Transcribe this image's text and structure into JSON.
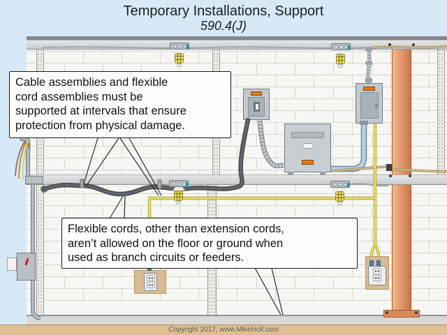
{
  "title": {
    "line1": "Temporary Installations, Support",
    "line2": "590.4(J)"
  },
  "callout_support": {
    "text": "Cable assemblies and flexible\ncord assemblies must be\nsupported at intervals that ensure\nprotection from physical damage."
  },
  "callout_floor": {
    "text": "Flexible cords, other than extension cords,\naren’t allowed on the floor or ground when\nused as branch circuits or feeders."
  },
  "footer": {
    "copyright": "Copyright 2017, www.MikeHolt.com"
  },
  "colors": {
    "background_sky": "#d7e9f7",
    "ground_tan": "#debf92",
    "cord_yellow": "#ece35f",
    "cord_tan": "#cfbd8c",
    "conduit_blue": "#b9d0e0",
    "cable_gray": "#55595e",
    "post_orange": "#e09468",
    "warning_label_orange": "#e27a1c",
    "wall_brick": "#f6f6f2",
    "beam_gray": "#d5d6d8"
  }
}
